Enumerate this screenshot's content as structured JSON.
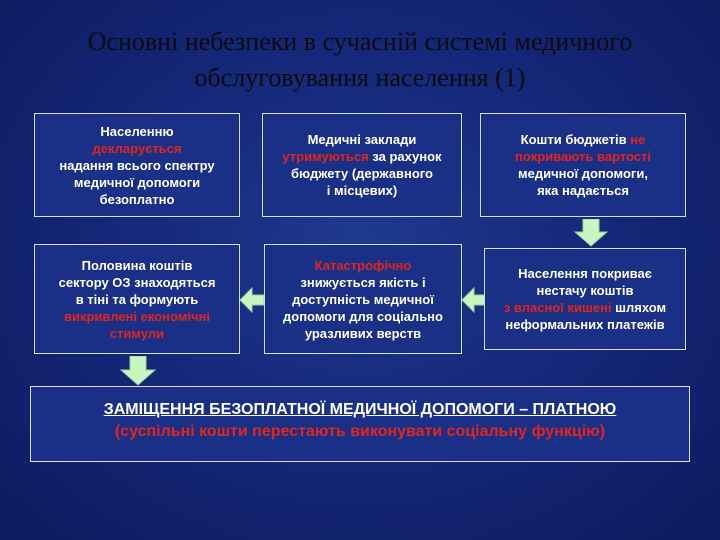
{
  "title": {
    "line1": "Основні небезпеки в сучасній системі медичного",
    "line2": "обслуговування населення (1)"
  },
  "boxes": {
    "b1": {
      "l1": "Населенню",
      "l2_red": "декларується",
      "l3": "надання всього спектру",
      "l4": "медичної допомоги",
      "l5": "безоплатно"
    },
    "b2": {
      "l1": "Медичні заклади",
      "l2_red": "утримуються",
      "l2_rest": " за рахунок",
      "l3": "бюджету (державного",
      "l4": "і місцевих)"
    },
    "b3": {
      "l1_start": "Кошти бюджетів ",
      "l1_red": "не",
      "l2_red": "покривають вартості",
      "l3": "медичної допомоги,",
      "l4": "яка надається"
    },
    "b4": {
      "l1": "Половина коштів",
      "l2": "сектору ОЗ знаходяться",
      "l3": "в тіні та формують",
      "l4_red": "викривлені економічні",
      "l5_red": "стимули"
    },
    "b5": {
      "l1_red": "Катастрофічно",
      "l2": "знижується якість і",
      "l3": "доступність медичної",
      "l4": "допомоги для соціально",
      "l5": "уразливих верств"
    },
    "b6": {
      "l1": "Населення покриває",
      "l2": "нестачу коштів",
      "l3_red": "з власної кишені",
      "l3_rest": " шляхом",
      "l4": "неформальних платежів"
    }
  },
  "bottom": {
    "line1": "ЗАМІЩЕННЯ БЕЗОПЛАТНОЇ МЕДИЧНОЇ ДОПОМОГИ – ПЛАТНОЮ",
    "line2": "(суспільні кошти перестають виконувати соціальну функцію)"
  },
  "colors": {
    "background": "#15287a",
    "box_fill": "#1a2f86",
    "accent_red": "#e0261e",
    "arrow_fill": "#c9f5c0"
  }
}
